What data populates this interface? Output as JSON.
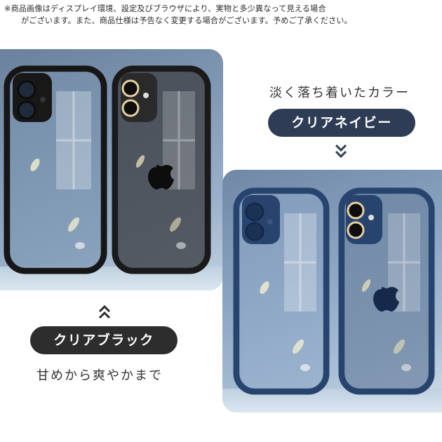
{
  "notice": {
    "line1": "※商品画像はディスプレイ環境、設定及びブラウザにより、実物と多少異なって見える場合",
    "line2": "がございます。また、商品仕様は予告なく変更する場合がございます。予めご了承ください。"
  },
  "navy": {
    "tagline": "淡く落ち着いたカラー",
    "label": "クリアネイビー",
    "frame_color": "#27446f",
    "chevron_icon": "double-chevron-down-icon"
  },
  "black": {
    "tagline": "甘めから爽やかまで",
    "label": "クリアブラック",
    "frame_color": "#1a1a1a",
    "chevron_icon": "double-chevron-up-icon"
  },
  "colors": {
    "pill_black": "#2d2d2d",
    "pill_navy": "#2e3d55",
    "chevron": "#2e3d55"
  }
}
